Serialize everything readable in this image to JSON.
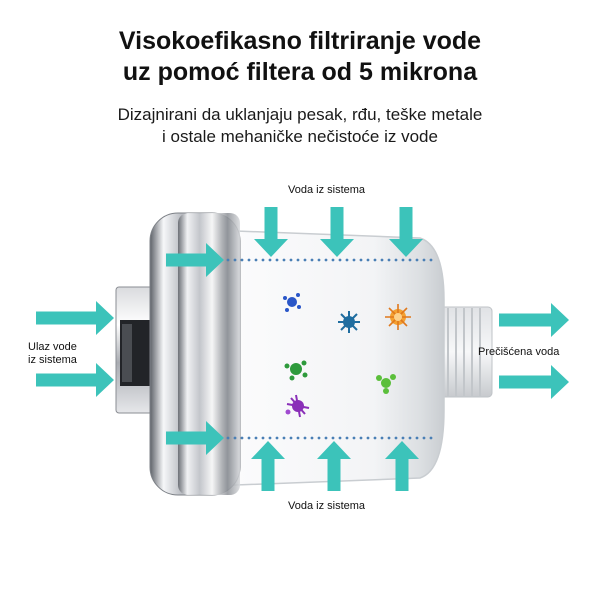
{
  "header": {
    "title_line1": "Visokoefikasno filtriranje vode",
    "title_line2": "uz pomoć filtera od 5 mikrona",
    "subtitle_line1": "Dizajnirani da uklanjaju pesak, rđu, teške metale",
    "subtitle_line2": "i ostale mehaničke nečistoće iz vode"
  },
  "labels": {
    "top_flow": "Voda iz sistema",
    "bottom_flow": "Voda iz sistema",
    "inlet_line1": "Ulaz vode",
    "inlet_line2": "iz sistema",
    "outlet": "Prečišćena voda"
  },
  "colors": {
    "arrow": "#3cc3ba",
    "dots": "#4a7fb5",
    "chrome_dark": "#6b6f75",
    "chrome_light": "#f4f5f7"
  }
}
